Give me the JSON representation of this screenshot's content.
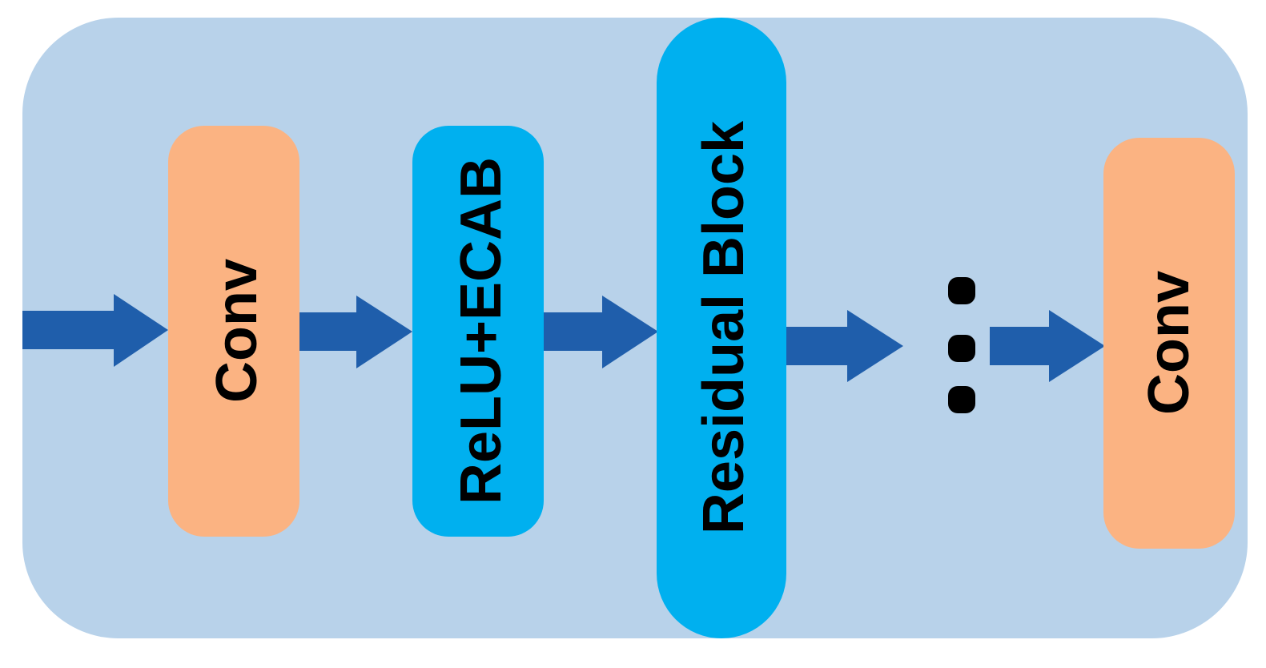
{
  "diagram": {
    "blocks": {
      "conv_first": {
        "label": "Conv"
      },
      "relu_ecab": {
        "label": "ReLU+ECAB"
      },
      "residual_block": {
        "label": "Residual Block"
      },
      "conv_last": {
        "label": "Conv"
      }
    },
    "colors": {
      "background_panel": "#b8d2ea",
      "conv_block": "#fbb382",
      "cyan_block": "#00b0ef",
      "arrow": "#1f5eab",
      "dots": "#000000"
    },
    "icons": {
      "arrow": "right-arrow-icon",
      "continuation": "vertical-ellipsis-icon"
    }
  }
}
